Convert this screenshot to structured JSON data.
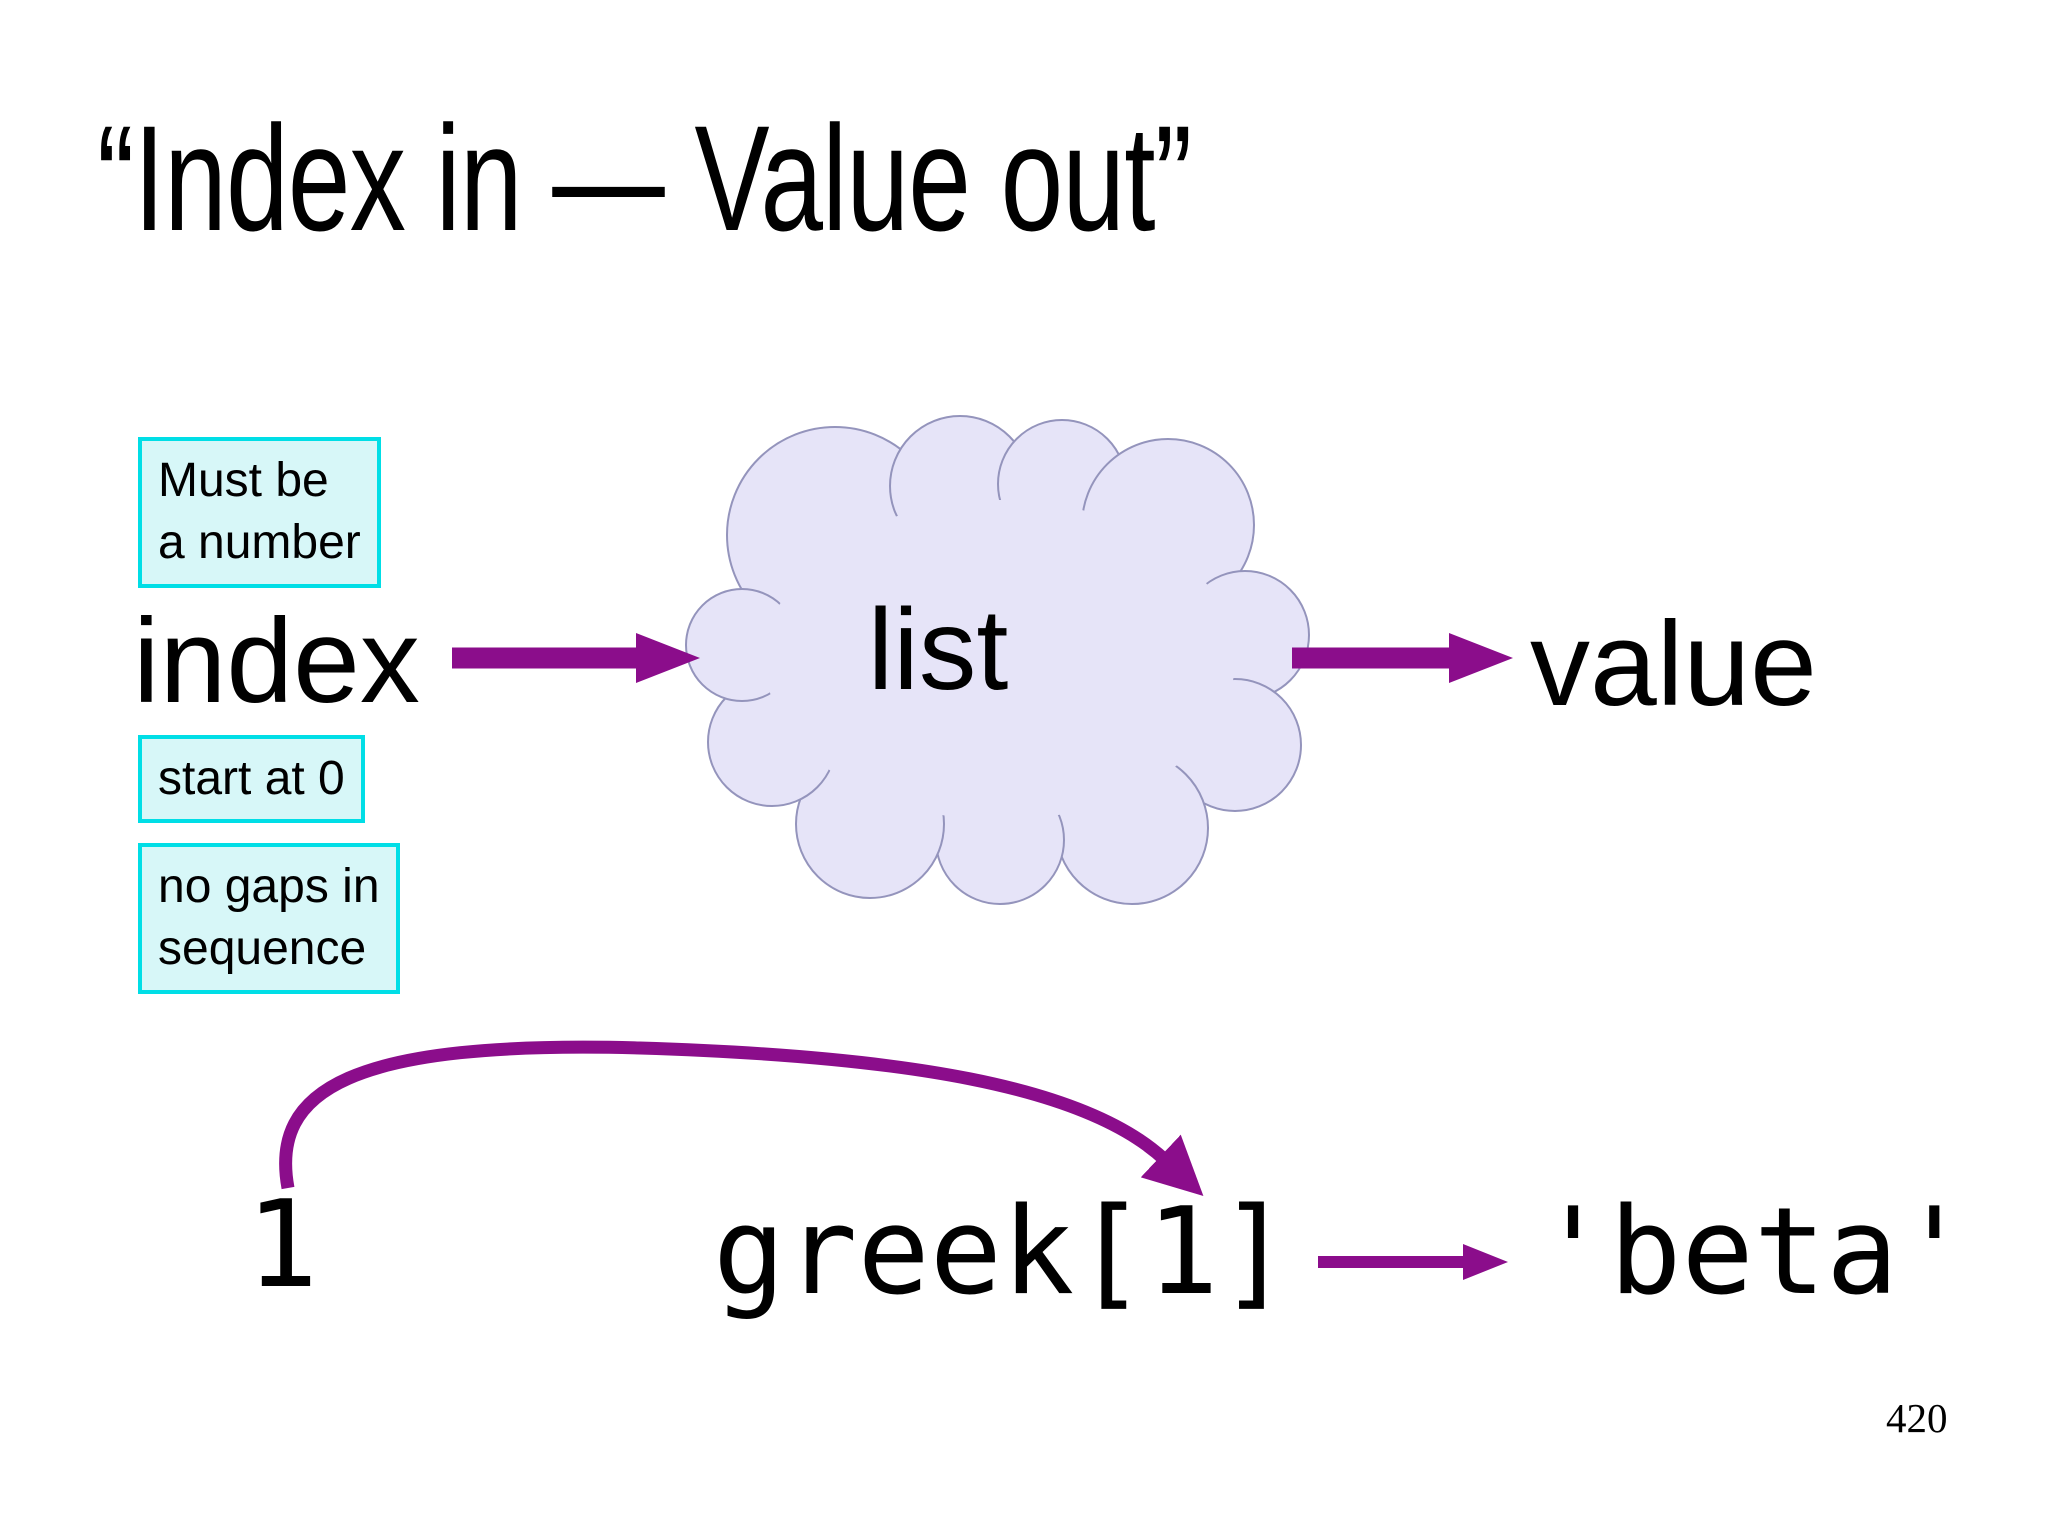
{
  "slide": {
    "title": "“Index in — Value out”",
    "page_number": "420",
    "colors": {
      "arrow": "#8B0D8B",
      "callout_border": "#00DEE6",
      "callout_bg": "#D7F7F8",
      "cloud_fill": "#E6E4F8",
      "cloud_stroke": "#9494BC",
      "text": "#000000"
    }
  },
  "flow": {
    "input_label": "index",
    "process_label": "list",
    "output_label": "value",
    "callouts": {
      "must_be": "Must be\na number",
      "start_at": "start at 0",
      "no_gaps": "no gaps in\nsequence"
    }
  },
  "example": {
    "index": "1",
    "expression": "greek[1]",
    "result": "'beta'"
  }
}
